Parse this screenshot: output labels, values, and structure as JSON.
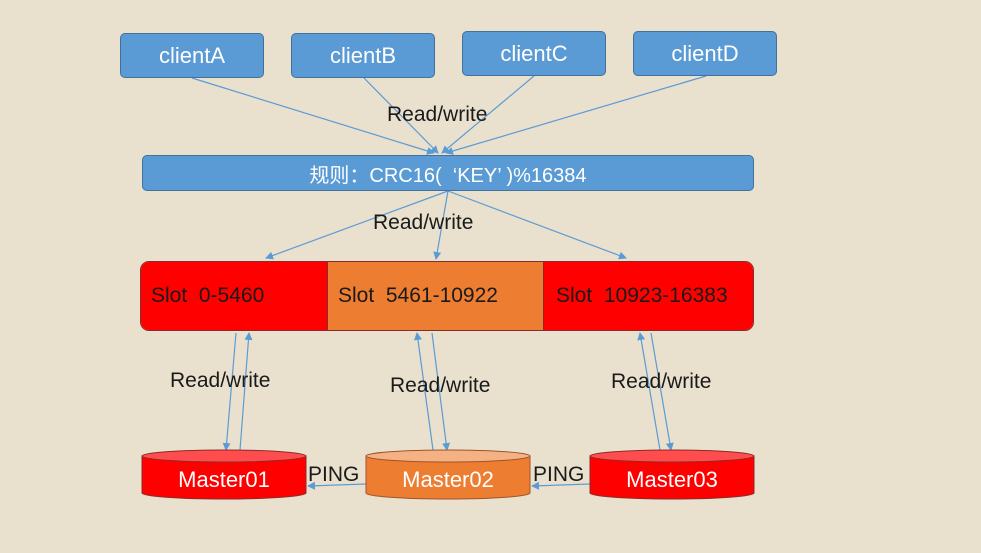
{
  "clients": [
    "clientA",
    "clientB",
    "clientC",
    "clientD"
  ],
  "rule_label": "规则：CRC16(  ‘KEY’ )%16384",
  "rw_label": "Read/write",
  "slots": [
    "Slot  0-5460",
    "Slot  5461-10922",
    "Slot  10923-16383"
  ],
  "masters": [
    "Master01",
    "Master02",
    "Master03"
  ],
  "ping_label": "PING",
  "colors": {
    "background": "#e9e1ce",
    "client_fill": "#5b9bd5",
    "slot_red": "#ff0000",
    "slot_orange": "#ed7d31",
    "arrow": "#5b9bd5"
  }
}
